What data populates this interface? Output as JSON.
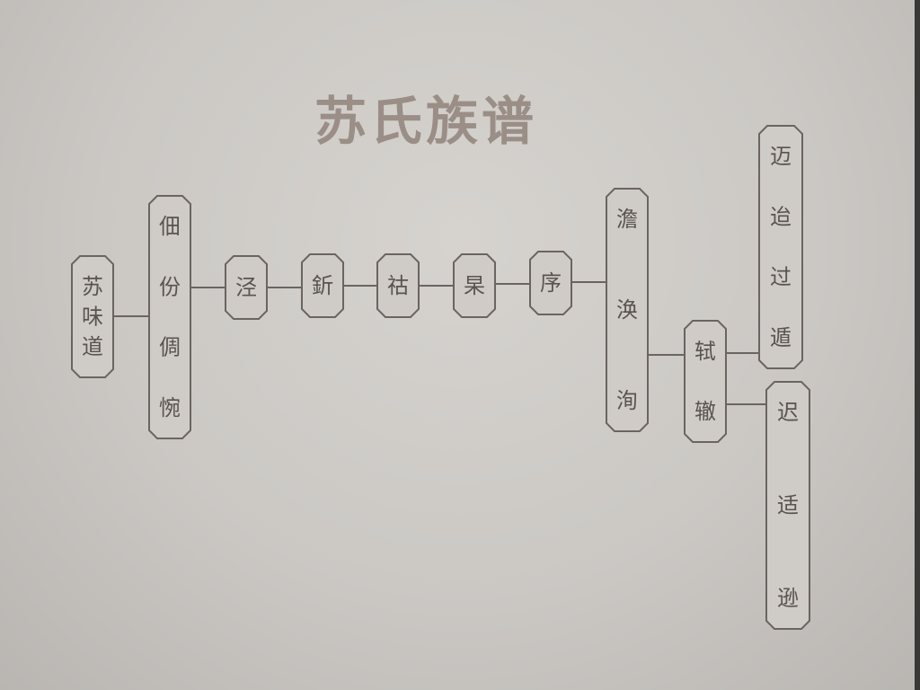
{
  "title": "苏氏族谱",
  "members": [
    {
      "id": "n0",
      "chars": [
        "苏",
        "味",
        "道"
      ]
    },
    {
      "id": "n1",
      "chars": [
        "佃",
        "份",
        "倜",
        "惋"
      ]
    },
    {
      "id": "n2",
      "chars": [
        "泾"
      ]
    },
    {
      "id": "n3",
      "chars": [
        "釿"
      ]
    },
    {
      "id": "n4",
      "chars": [
        "祜"
      ]
    },
    {
      "id": "n5",
      "chars": [
        "杲"
      ]
    },
    {
      "id": "n6",
      "chars": [
        "序"
      ]
    },
    {
      "id": "n7",
      "chars": [
        "澹",
        "涣",
        "洵"
      ]
    },
    {
      "id": "n8",
      "chars": [
        "轼",
        "辙"
      ]
    },
    {
      "id": "n9",
      "chars": [
        "迈",
        "迨",
        "过",
        "遁"
      ]
    },
    {
      "id": "n10",
      "chars": [
        "迟",
        "适",
        "逊"
      ]
    }
  ],
  "links": [
    [
      "n0",
      "n1"
    ],
    [
      "n1",
      "n2"
    ],
    [
      "n2",
      "n3"
    ],
    [
      "n3",
      "n4"
    ],
    [
      "n4",
      "n5"
    ],
    [
      "n5",
      "n6"
    ],
    [
      "n6",
      "n7"
    ],
    [
      "n7",
      "n8"
    ],
    [
      "n8",
      "n9"
    ],
    [
      "n8",
      "n10"
    ]
  ]
}
